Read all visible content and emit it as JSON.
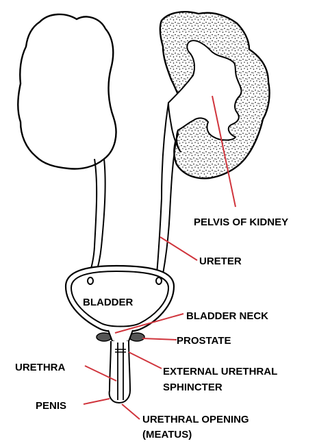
{
  "labels": {
    "pelvis": "PELVIS OF KIDNEY",
    "ureter": "URETER",
    "bladder": "BLADDER",
    "bladder_neck": "BLADDER NECK",
    "prostate": "PROSTATE",
    "urethra": "URETHRA",
    "sphincter_line1": "EXTERNAL URETHRAL",
    "sphincter_line2": "SPHINCTER",
    "penis": "PENIS",
    "opening_line1": "URETHRAL OPENING",
    "opening_line2": "(MEATUS)"
  },
  "colors": {
    "ink": "#000000",
    "leader": "#d0343c",
    "prostate_fill": "#555555",
    "background": "#ffffff"
  }
}
